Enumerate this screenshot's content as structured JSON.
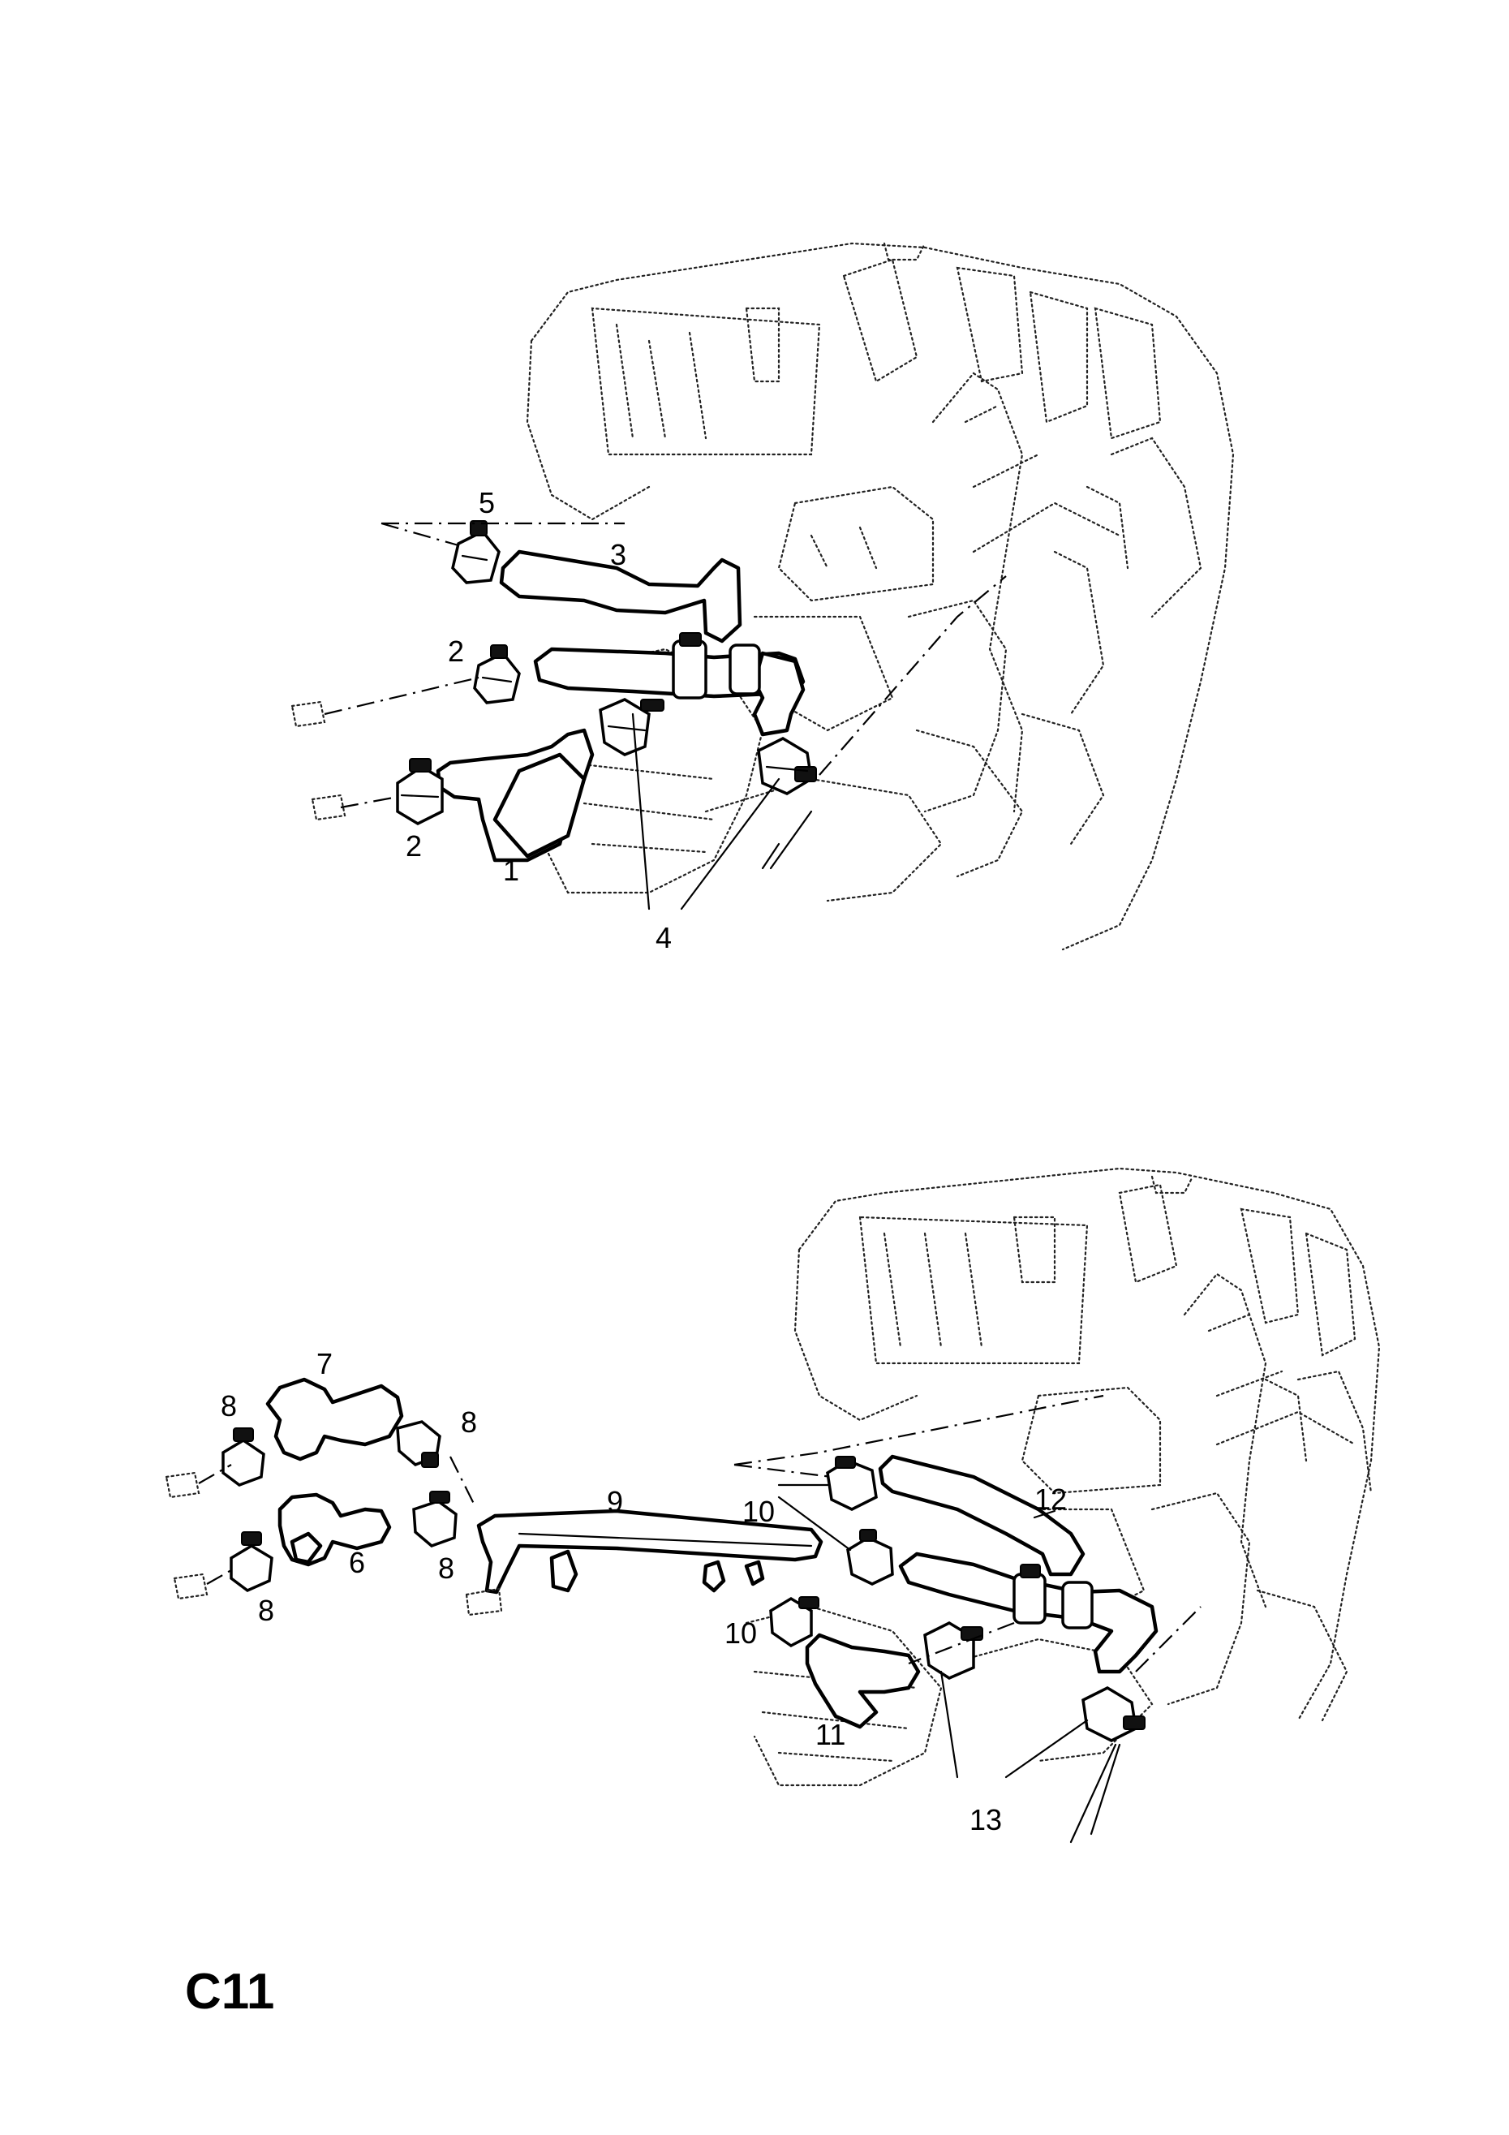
{
  "diagram_code": "C11",
  "upper_callouts": {
    "c1": "1",
    "c2a": "2",
    "c2b": "2",
    "c3": "3",
    "c4": "4",
    "c5": "5"
  },
  "lower_callouts": {
    "c6": "6",
    "c7": "7",
    "c8a": "8",
    "c8b": "8",
    "c8c": "8",
    "c8d": "8",
    "c9": "9",
    "c10a": "10",
    "c10b": "10",
    "c11": "11",
    "c12": "12",
    "c13": "13"
  }
}
